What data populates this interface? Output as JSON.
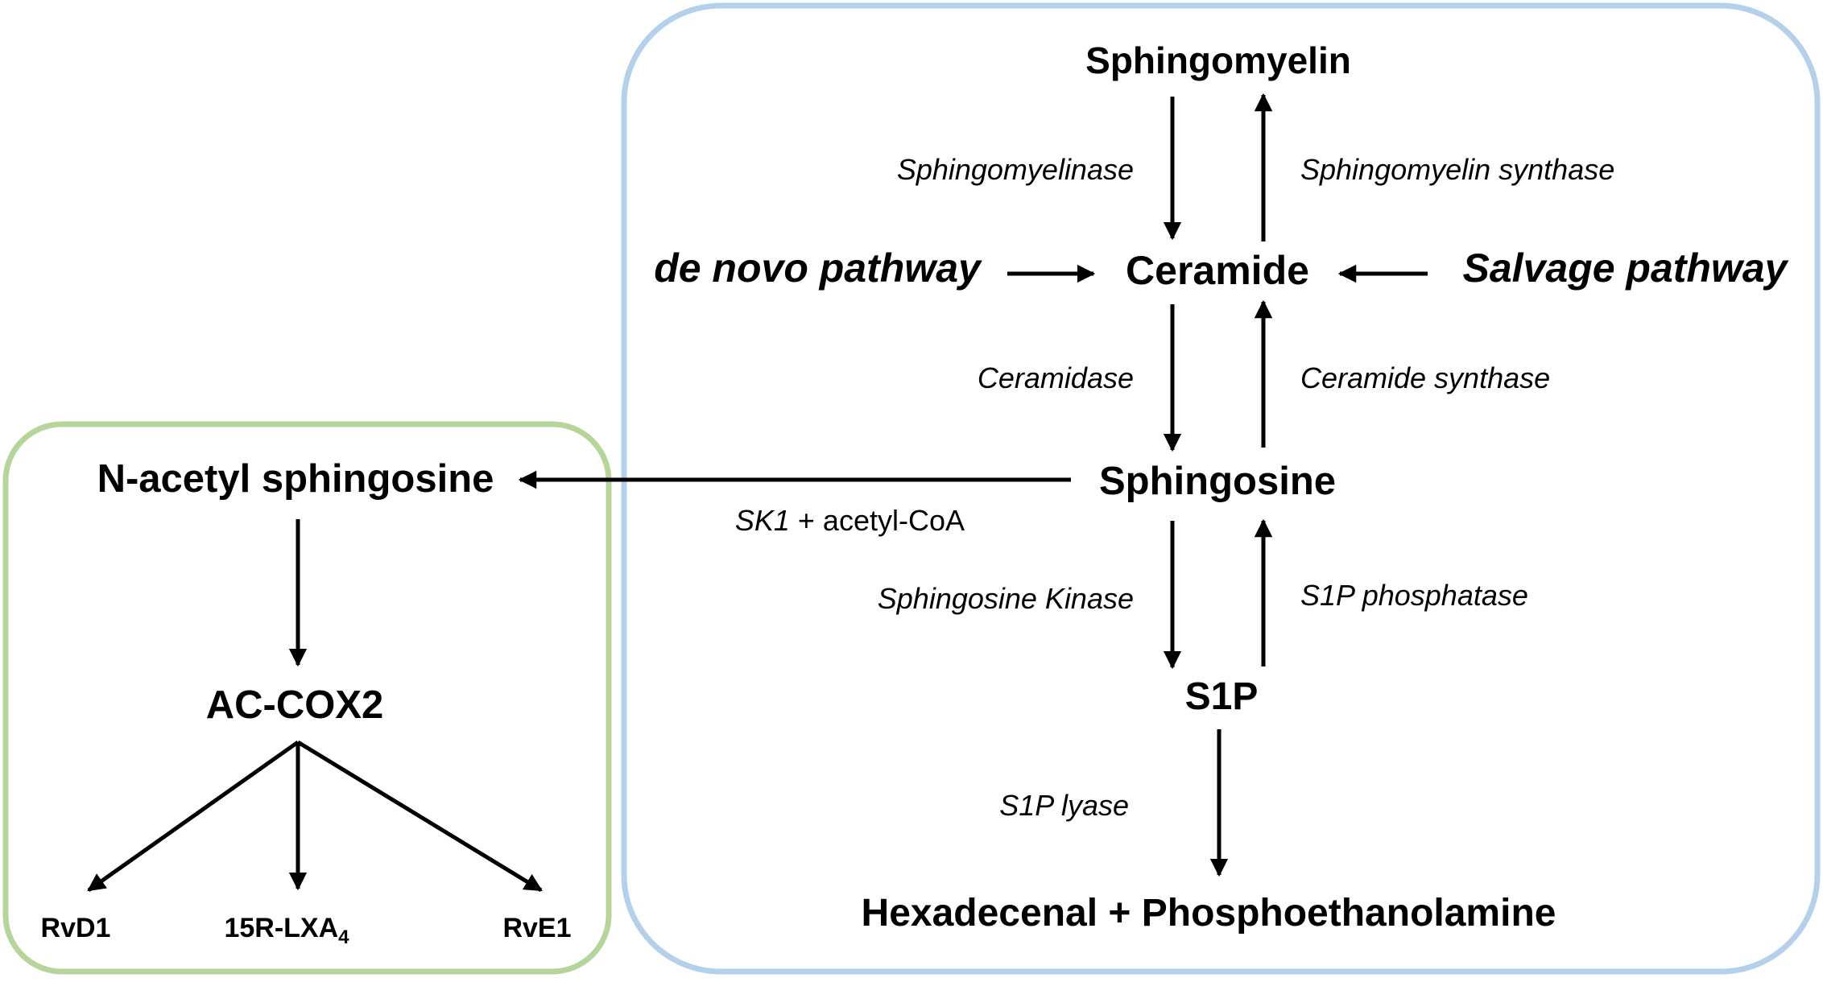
{
  "nodes": {
    "sphingomyelin": "Sphingomyelin",
    "ceramide": "Ceramide",
    "sphingosine": "Sphingosine",
    "s1p": "S1P",
    "hexadecenal": "Hexadecenal + Phosphoethanolamine",
    "n_acetyl_sphingosine": "N-acetyl sphingosine",
    "ac_cox2": "AC-COX2",
    "rvd1": "RvD1",
    "lxa4_base": "15R-LXA",
    "lxa4_sub": "4",
    "rve1": "RvE1"
  },
  "pathways": {
    "de_novo": "de novo pathway",
    "salvage": "Salvage pathway"
  },
  "enzymes": {
    "sphingomyelinase": "Sphingomyelinase",
    "sphingomyelin_synthase": "Sphingomyelin synthase",
    "ceramidase": "Ceramidase",
    "ceramide_synthase": "Ceramide synthase",
    "sphingosine_kinase": "Sphingosine Kinase",
    "s1p_phosphatase": "S1P phosphatase",
    "s1p_lyase": "S1P lyase",
    "sk1": "SK1",
    "acetyl_coa": " + acetyl-CoA"
  },
  "colors": {
    "sphingolipid_box": "#b4d0ea",
    "acetylation_box": "#b6d59a",
    "arrow": "#000000"
  }
}
